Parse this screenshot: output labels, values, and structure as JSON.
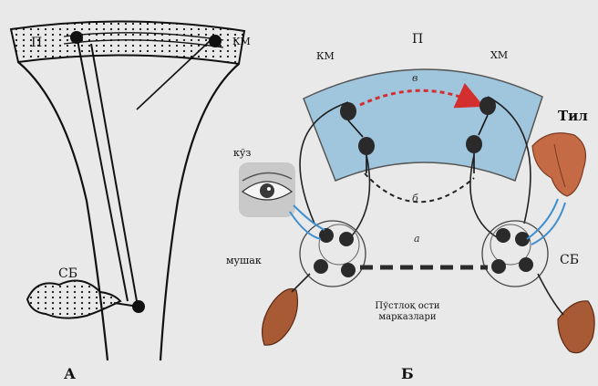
{
  "panel_a": {
    "caption": "А",
    "label_p": "П",
    "label_km": "КМ",
    "label_sb": "СБ"
  },
  "panel_b": {
    "caption": "Б",
    "label_p": "П",
    "label_km": "КМ",
    "label_hm": "ХМ",
    "label_eye": "кўз",
    "label_tongue": "Тил",
    "label_muscle": "мушак",
    "label_sb": "СБ",
    "label_a": "а",
    "label_b": "б",
    "label_v": "в",
    "note_line1": "Пўстлоқ ости",
    "note_line2": "марказлари"
  },
  "colors": {
    "cortex_fill": "#9fc6dd",
    "arrow_red": "#d32f2f",
    "nerve_blue": "#3d8fd0",
    "tongue": "#c46a45",
    "muscle": "#a85a35"
  }
}
